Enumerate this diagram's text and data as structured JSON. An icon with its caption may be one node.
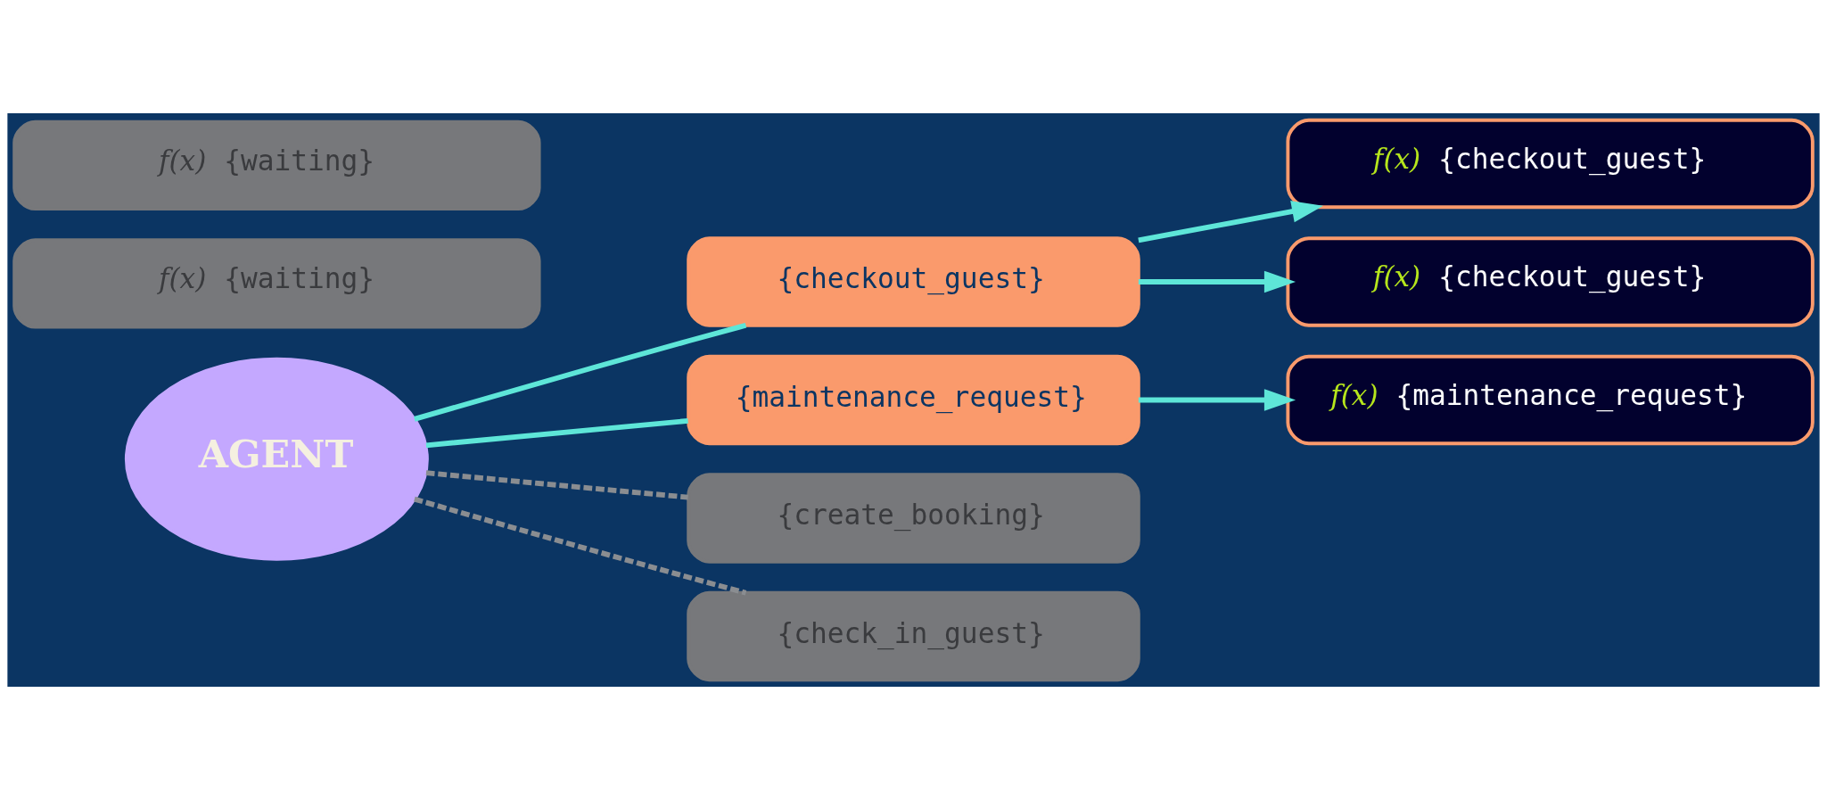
{
  "diagram": {
    "nodes": [
      {
        "text": [
          "AGENT"
        ]
      },
      {
        "text": [
          "{checkout_guest}"
        ]
      },
      {
        "text": [
          "{maintenance_request}"
        ]
      },
      {
        "text": [
          "{create_booking}"
        ]
      },
      {
        "text": [
          "{check_in_guest}"
        ]
      },
      {
        "text": [
          "f(x)",
          "{checkout_guest}"
        ]
      },
      {
        "text": [
          "f(x)",
          "{checkout_guest}"
        ]
      },
      {
        "text": [
          "f(x)",
          "{maintenance_request}"
        ]
      },
      {
        "text": [
          "f(x)",
          "{waiting}"
        ]
      },
      {
        "text": [
          "f(x)",
          "{waiting}"
        ]
      }
    ],
    "edges": [
      {
        "from": 0,
        "to": 1,
        "arrow": "none"
      },
      {
        "from": 0,
        "to": 2,
        "arrow": "none"
      },
      {
        "from": 0,
        "to": 3,
        "arrow": "none",
        "style": "dashed",
        "color": "#8a8d91"
      },
      {
        "from": 0,
        "to": 4,
        "arrow": "none",
        "style": "dashed",
        "color": "#8a8d91"
      },
      {
        "from": 1,
        "to": 5,
        "arrow": "to"
      },
      {
        "from": 1,
        "to": 6,
        "arrow": "to"
      },
      {
        "from": 2,
        "to": 7,
        "arrow": "to"
      }
    ]
  }
}
